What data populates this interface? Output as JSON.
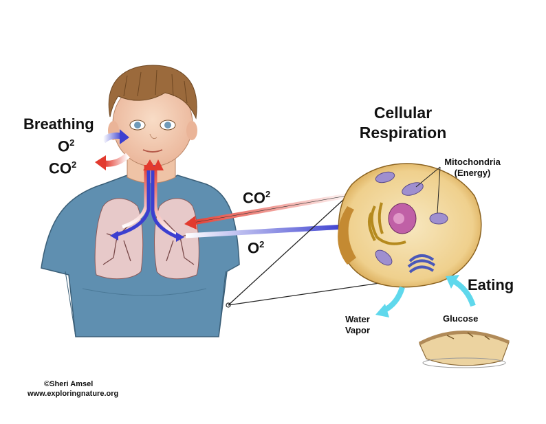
{
  "title": {
    "line1": "Cellular",
    "line2": "Respiration"
  },
  "labels": {
    "breathing": "Breathing",
    "o2_face": "O",
    "co2_face": "CO",
    "co2_cell": "CO",
    "o2_cell": "O",
    "superscript": "2",
    "mitochondria": "Mitochondria",
    "energy": "(Energy)",
    "eating": "Eating",
    "glucose": "Glucose",
    "water": "Water",
    "vapor": "Vapor"
  },
  "credit": {
    "author": "©Sheri Amsel",
    "site": "www.exploringnature.org"
  },
  "colors": {
    "co2_arrow": "#e23a2e",
    "o2_arrow": "#3b3fd0",
    "water_arrow": "#5fd8ec",
    "cell_fill": "#f2d79a",
    "shirt": "#5f8fb0"
  }
}
